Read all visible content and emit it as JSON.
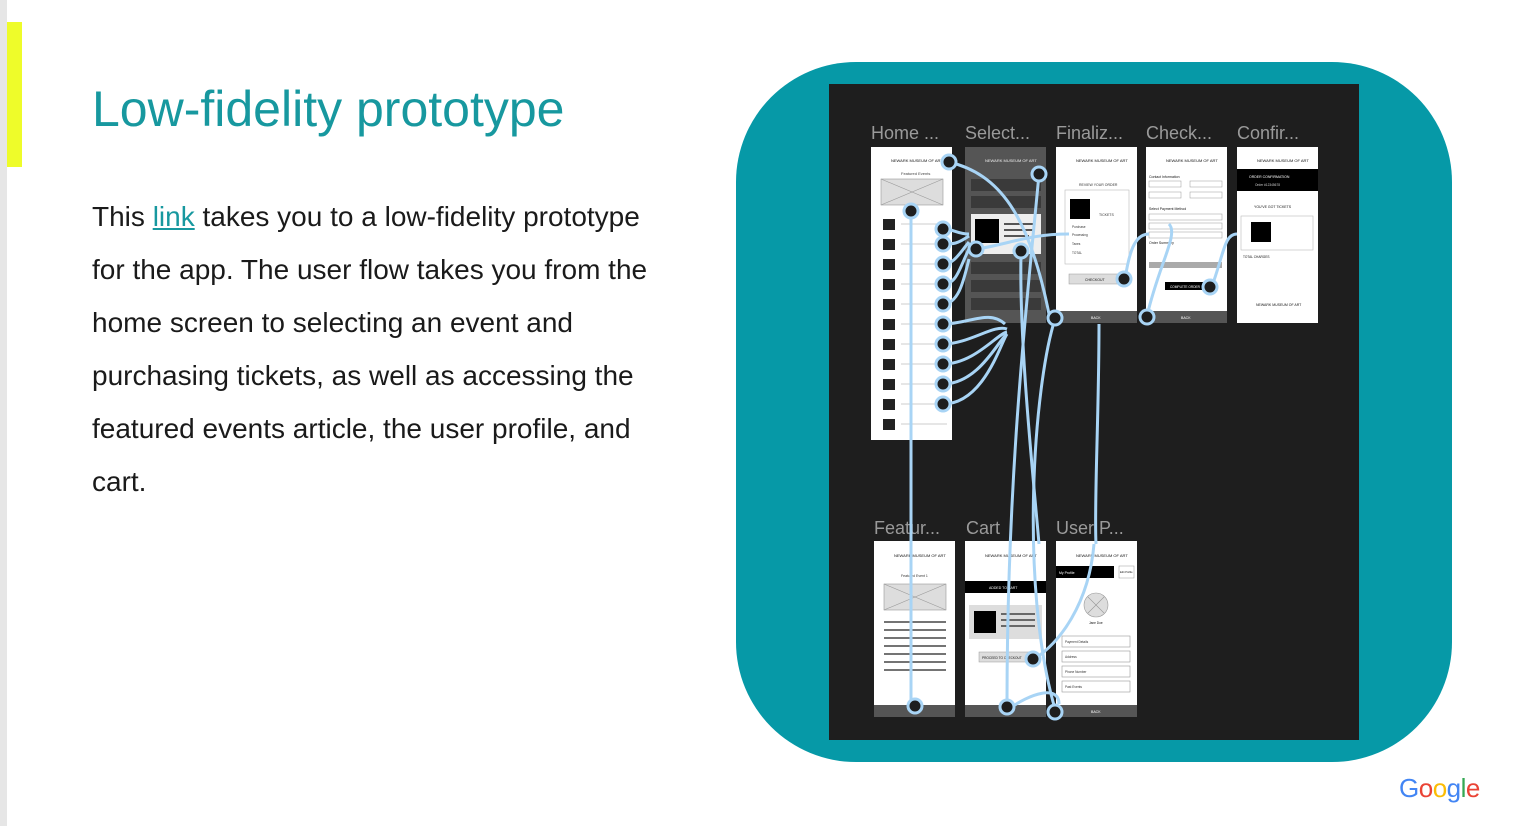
{
  "slide": {
    "title": "Low-fidelity prototype",
    "body_prefix": "This ",
    "link_text": "link",
    "body_suffix": " takes you to a low-fidelity prototype  for the app. The user flow takes you from the home screen to selecting an event and purchasing tickets, as well as accessing the featured events article, the user profile, and cart.",
    "brand_logo": "Google",
    "colors": {
      "title": "#17989f",
      "accent_bar": "#eefc2a",
      "panel": "#0699a7",
      "canvas": "#1e1e1e",
      "flow": "#a8d4f5"
    }
  },
  "prototype": {
    "frame_labels": [
      "Home ...",
      "Select...",
      "Finaliz...",
      "Check...",
      "Confir...",
      "Featur...",
      "Cart",
      "User P..."
    ],
    "frame_text": {
      "museum": "NEWARK MUSEUM OF ART",
      "featured": "Featured Events",
      "review": "REVIEW YOUR ORDER",
      "tickets": "TICKETS",
      "purchase": "Purchase",
      "processing": "Processing",
      "taxes": "Taxes",
      "total": "TOTAL",
      "checkout": "CHECKOUT",
      "back": "BACK",
      "contact": "Contact Information",
      "payment": "Select Payment Method",
      "summary": "Order Summary",
      "complete": "COMPLETE ORDER",
      "confirmation": "ORDER CONFIRMATION",
      "order_no": "Order #12345678",
      "got_tickets": "YOU'VE GOT TICKETS",
      "total_charges": "TOTAL CHARGES",
      "featured_event": "Featured Event 1",
      "added_cart": "ADDED TO CART",
      "proceed": "PROCEED TO CHECKOUT",
      "my_profile": "My Profile",
      "edit_profile": "Edit Profile",
      "user_name": "Jane Doe",
      "payment_details": "Payment Details",
      "address": "Address",
      "phone": "Phone Number",
      "past_events": "Past Events"
    }
  }
}
